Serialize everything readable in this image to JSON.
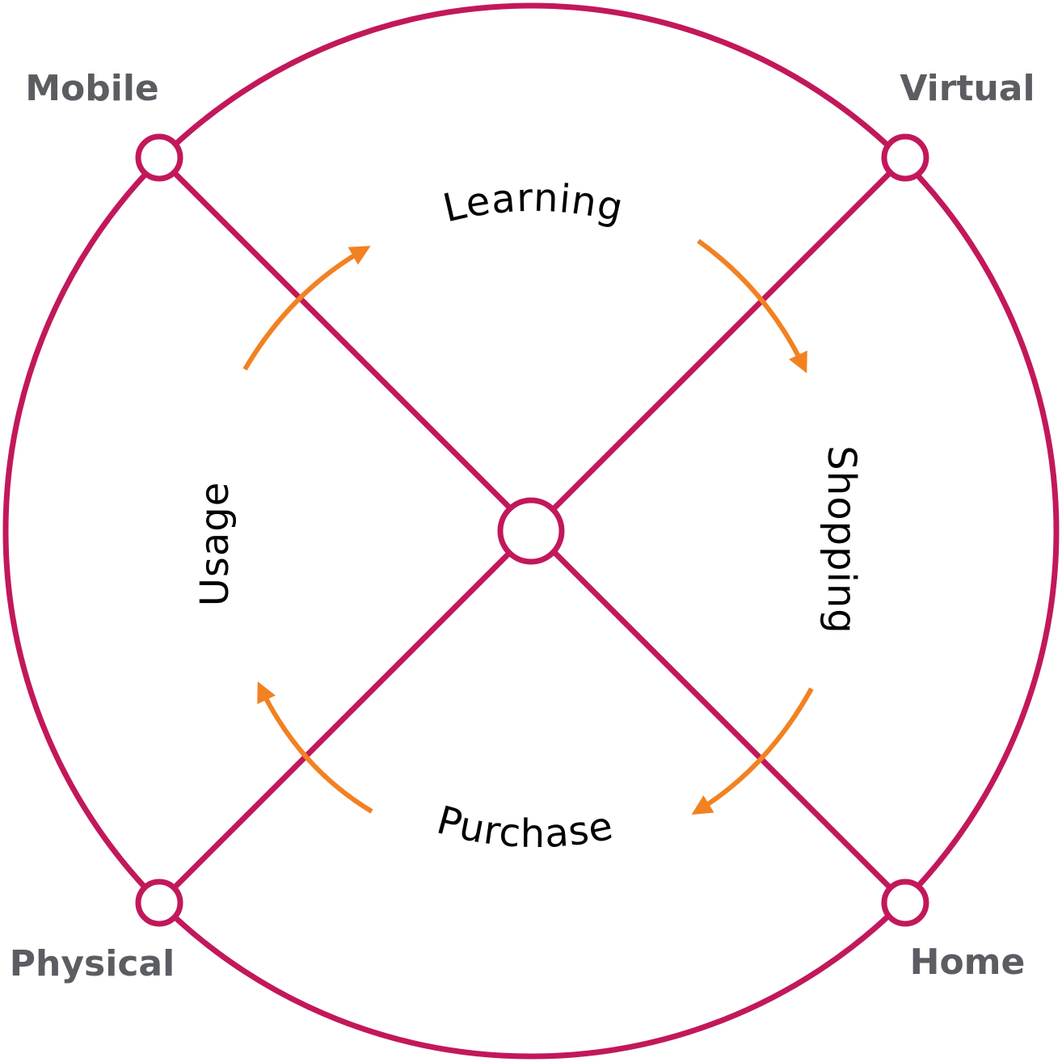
{
  "colors": {
    "ring": "#c2185b",
    "arrow": "#f28121",
    "corner_text": "#5b5d63",
    "stage_text": "#000000",
    "background": "#ffffff"
  },
  "corners": {
    "top_left": "Mobile",
    "top_right": "Virtual",
    "bottom_left": "Physical",
    "bottom_right": "Home"
  },
  "stages": {
    "top": "Learning",
    "right": "Shopping",
    "bottom": "Purchase",
    "left": "Usage"
  }
}
